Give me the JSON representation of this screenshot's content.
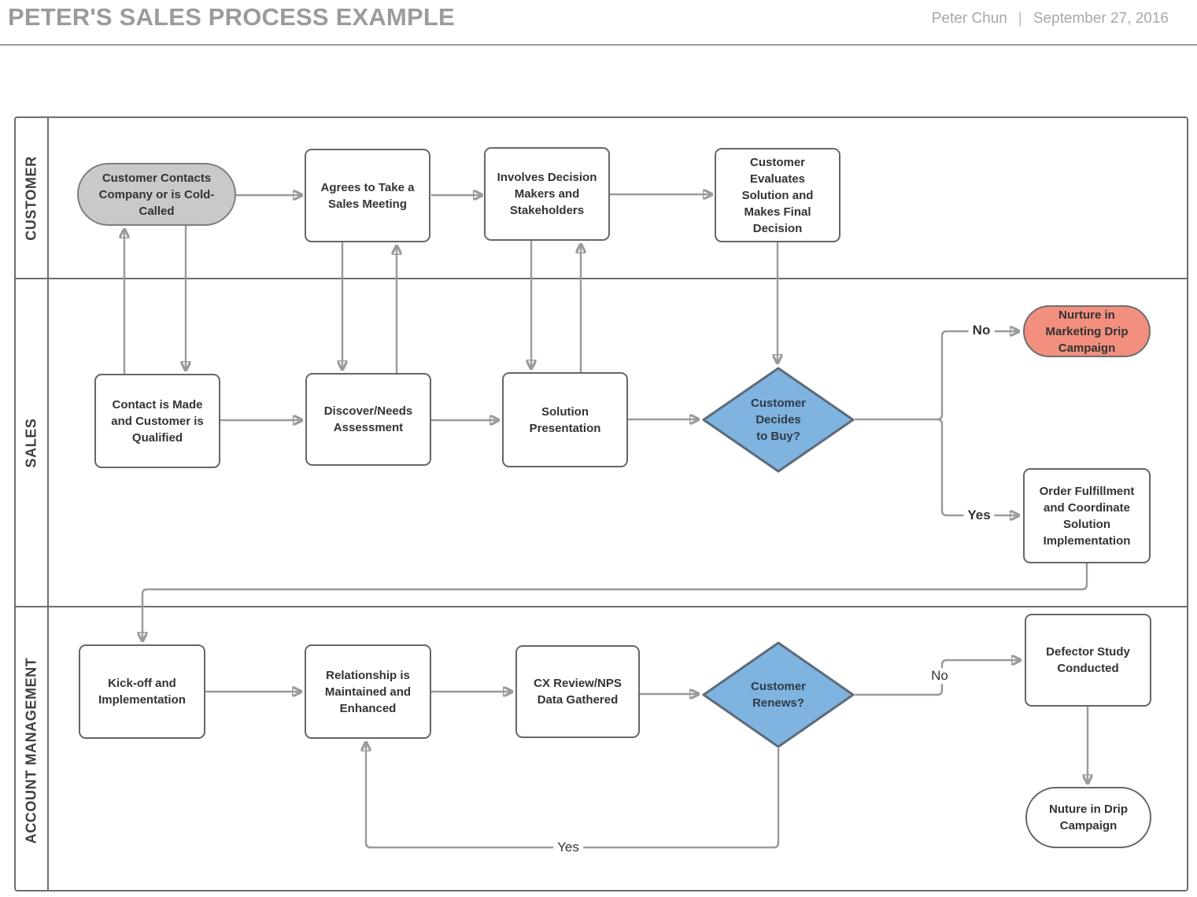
{
  "header": {
    "title": "PETER'S SALES PROCESS EXAMPLE",
    "author": "Peter Chun",
    "divider": "|",
    "date": "September 27, 2016"
  },
  "lanes": [
    {
      "label": "CUSTOMER"
    },
    {
      "label": "SALES"
    },
    {
      "label": "ACCOUNT MANAGEMENT"
    }
  ],
  "nodes": {
    "customer_contacts": {
      "label": "Customer Contacts Company or is Cold-Called",
      "shape": "terminator"
    },
    "agrees_meeting": {
      "label": "Agrees to Take a Sales Meeting",
      "shape": "process"
    },
    "involves_decision": {
      "label": "Involves Decision Makers and Stakeholders",
      "shape": "process"
    },
    "customer_evaluates": {
      "label": "Customer Evaluates Solution and Makes Final Decision",
      "shape": "process"
    },
    "contact_made": {
      "label": "Contact is Made and Customer is Qualified",
      "shape": "process"
    },
    "discover_needs": {
      "label": "Discover/Needs Assessment",
      "shape": "process"
    },
    "solution_presentation": {
      "label": "Solution Presentation",
      "shape": "process"
    },
    "decides_to_buy": {
      "label": "Customer Decides to Buy?",
      "shape": "decision"
    },
    "nurture_marketing": {
      "label": "Nurture in Marketing Drip Campaign",
      "shape": "terminator"
    },
    "order_fulfillment": {
      "label": "Order Fulfillment and Coordinate Solution Implementation",
      "shape": "process"
    },
    "kickoff": {
      "label": "Kick-off and Implementation",
      "shape": "process"
    },
    "relationship": {
      "label": "Relationship is Maintained and Enhanced",
      "shape": "process"
    },
    "cx_review": {
      "label": "CX Review/NPS Data Gathered",
      "shape": "process"
    },
    "customer_renews": {
      "label": "Customer Renews?",
      "shape": "decision"
    },
    "defector_study": {
      "label": "Defector Study Conducted",
      "shape": "process"
    },
    "nuture_drip": {
      "label": "Nuture in Drip Campaign",
      "shape": "terminator"
    }
  },
  "edge_labels": {
    "no_marketing": "No",
    "yes_order": "Yes",
    "no_defector": "No",
    "yes_renew": "Yes"
  },
  "colors": {
    "connector": "#9a9a9a",
    "shape_border": "#666666",
    "decision_fill": "#7fb3e0",
    "terminator_gray_fill": "#c9c9c9",
    "terminator_red_fill": "#f28f7e",
    "header_gray": "#9b9b9b",
    "text": "#333333"
  }
}
